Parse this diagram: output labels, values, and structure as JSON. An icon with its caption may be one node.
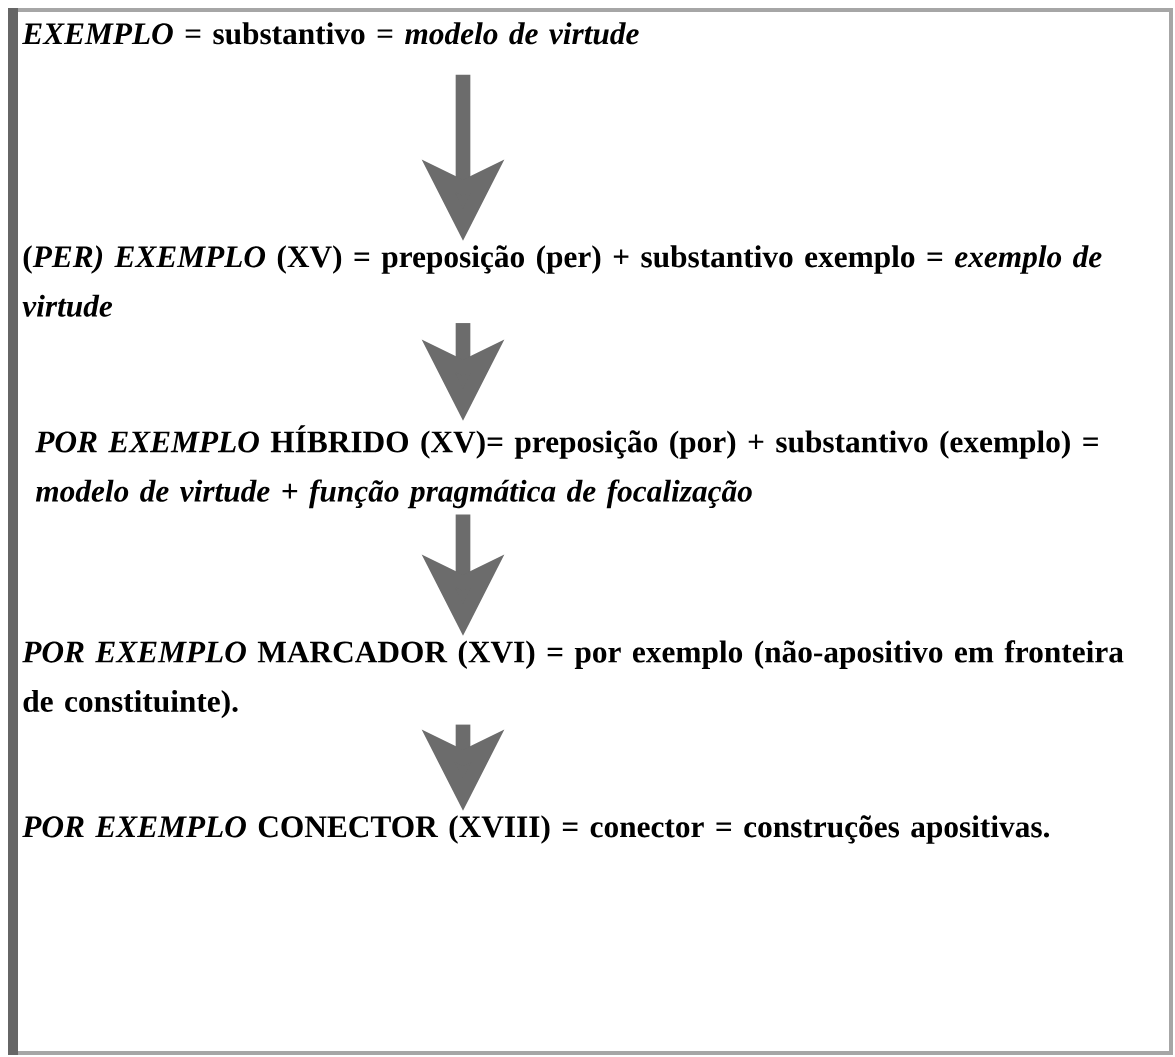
{
  "diagram": {
    "nodes": [
      {
        "text": [
          "*EXEMPLO* = substantivo = *modelo de virtude*"
        ]
      },
      {
        "text": [
          "(*PER) EXEMPLO* (XV) = preposição (per) + substantivo exemplo = *exemplo de virtude*"
        ]
      },
      {
        "text": [
          "*POR EXEMPLO* HÍBRIDO (XV)= preposição (por) + substantivo (exemplo) = *modelo de virtude + função pragmática de focalização*"
        ]
      },
      {
        "text": [
          "*POR EXEMPLO* MARCADOR (XVI) = por exemplo (não-apositivo em fronteira de constituinte)."
        ]
      },
      {
        "text": [
          "*POR EXEMPLO* CONECTOR (XVIII) = conector = construções apositivas."
        ]
      }
    ],
    "edges": [
      {
        "from": 0,
        "to": 1,
        "arrow": "to"
      },
      {
        "from": 1,
        "to": 2,
        "arrow": "to"
      },
      {
        "from": 2,
        "to": 3,
        "arrow": "to"
      },
      {
        "from": 3,
        "to": 4,
        "arrow": "to"
      }
    ]
  }
}
